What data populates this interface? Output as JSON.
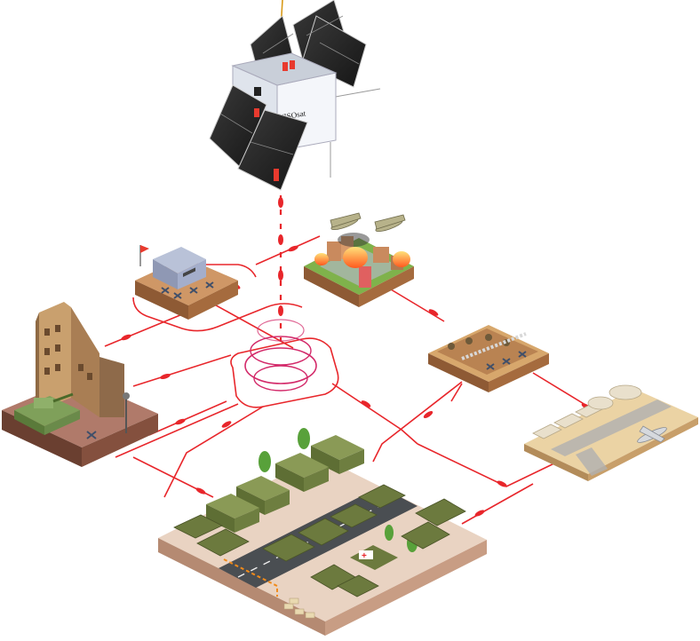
{
  "satellite": {
    "label": "WISOsat",
    "panel_color": "#2b2b2b",
    "body_color": "#e9edf4",
    "accent": "#e83a2e"
  },
  "link_color": "#e8262b",
  "nodes": [
    {
      "id": "bunker",
      "icon": "bunker-icon"
    },
    {
      "id": "burning-city",
      "icon": "burning-city-icon"
    },
    {
      "id": "ruined-city",
      "icon": "ruined-city-icon"
    },
    {
      "id": "trench",
      "icon": "trench-icon"
    },
    {
      "id": "desert-airbase",
      "icon": "airbase-icon"
    },
    {
      "id": "military-base",
      "icon": "military-base-icon"
    },
    {
      "id": "ground-station",
      "icon": "signal-rings-icon"
    }
  ],
  "base": {
    "medical_mark": "+",
    "vehicle_color": "#6c7a3e",
    "tent_color": "#7a8a4a",
    "road_color": "#4a4e52"
  }
}
